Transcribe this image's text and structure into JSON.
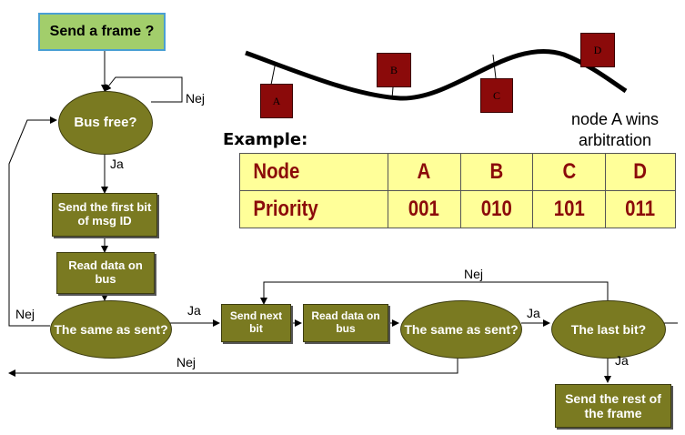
{
  "flow": {
    "start": "Send a frame ?",
    "bus_free": "Bus free?",
    "send_first_bit": "Send  the first bit  of msg ID",
    "read_data_1": "Read data on bus",
    "same_as_sent_1": "The same as sent?",
    "send_next_bit": "Send next bit",
    "read_data_2": "Read data on bus",
    "same_as_sent_2": "The same as sent?",
    "last_bit": "The last bit?",
    "send_rest": "Send the rest of the frame",
    "labels": {
      "nej_top": "Nej",
      "ja_bus": "Ja",
      "nej_left": "Nej",
      "ja_same1": "Ja",
      "nej_loop": "Nej",
      "ja_same2": "Ja",
      "nej_bottom": "Nej",
      "ja_last": "Ja"
    }
  },
  "bus": {
    "nodes": [
      "A",
      "B",
      "C",
      "D"
    ]
  },
  "example": {
    "heading": "Example:",
    "note": "node A wins arbitration",
    "table": {
      "header": [
        "Node",
        "A",
        "B",
        "C",
        "D"
      ],
      "row": [
        "Priority",
        "001",
        "010",
        "101",
        "011"
      ]
    }
  },
  "colors": {
    "box_fill": "#7a7a21",
    "start_fill": "#a2ce6b",
    "node_fill": "#8b0a0a",
    "table_fill": "#ffff99",
    "table_text": "#8b0a0a"
  }
}
